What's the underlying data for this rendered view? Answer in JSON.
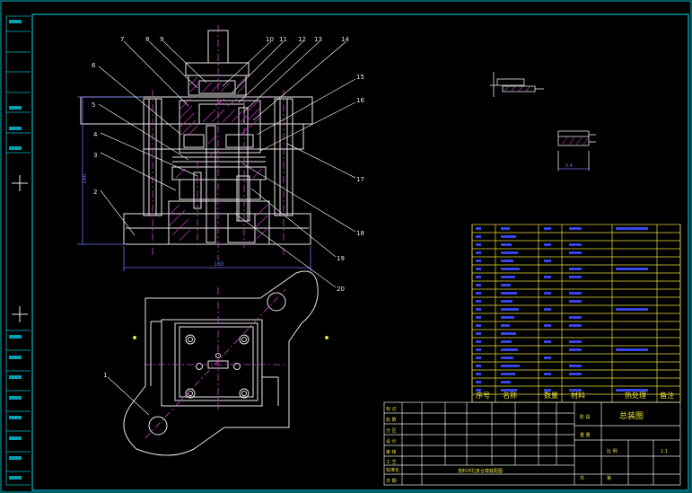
{
  "colors": {
    "background": "#000000",
    "frame": "#00b8c8",
    "line": "#e8e8e8",
    "hatch": "#cc33cc",
    "center": "#cc44cc",
    "dimension": "#7070ff",
    "table_line": "#e8e040",
    "table_text": "#e8e040",
    "callout_text": "#e8e8e8",
    "marker": "#e8e040"
  },
  "callouts": {
    "n1": "1",
    "n2": "2",
    "n3": "3",
    "n4": "4",
    "n5": "5",
    "n6": "6",
    "n7": "7",
    "n8": "8",
    "n9": "9",
    "n10": "10",
    "n11": "11",
    "n12": "12",
    "n13": "13",
    "n14": "14",
    "n15": "15",
    "n16": "16",
    "n17": "17",
    "n18": "18",
    "n19": "19",
    "n20": "20"
  },
  "dimensions": {
    "height": "160",
    "width": "160",
    "detail": "0.4"
  },
  "parts_table": {
    "headers": {
      "no": "序号",
      "name": "名称",
      "qty": "数量",
      "material": "材料",
      "treatment": "热处理",
      "remark": "备注"
    }
  },
  "title_block": {
    "drawing_title": "总装图",
    "label_stage": "阶 段",
    "drawing_number": "落料冲孔复合模装配图",
    "sheet": "共 张",
    "scale": "比 例",
    "sheet_of": "第 张",
    "rows_left": [
      "标 记",
      "处 数",
      "分 区",
      "设 计",
      "审 核",
      "工 艺",
      "标准化",
      "日 期"
    ],
    "labels_right": [
      "重 量",
      "比 例",
      "共",
      "第"
    ],
    "value_scale": "1:1"
  }
}
